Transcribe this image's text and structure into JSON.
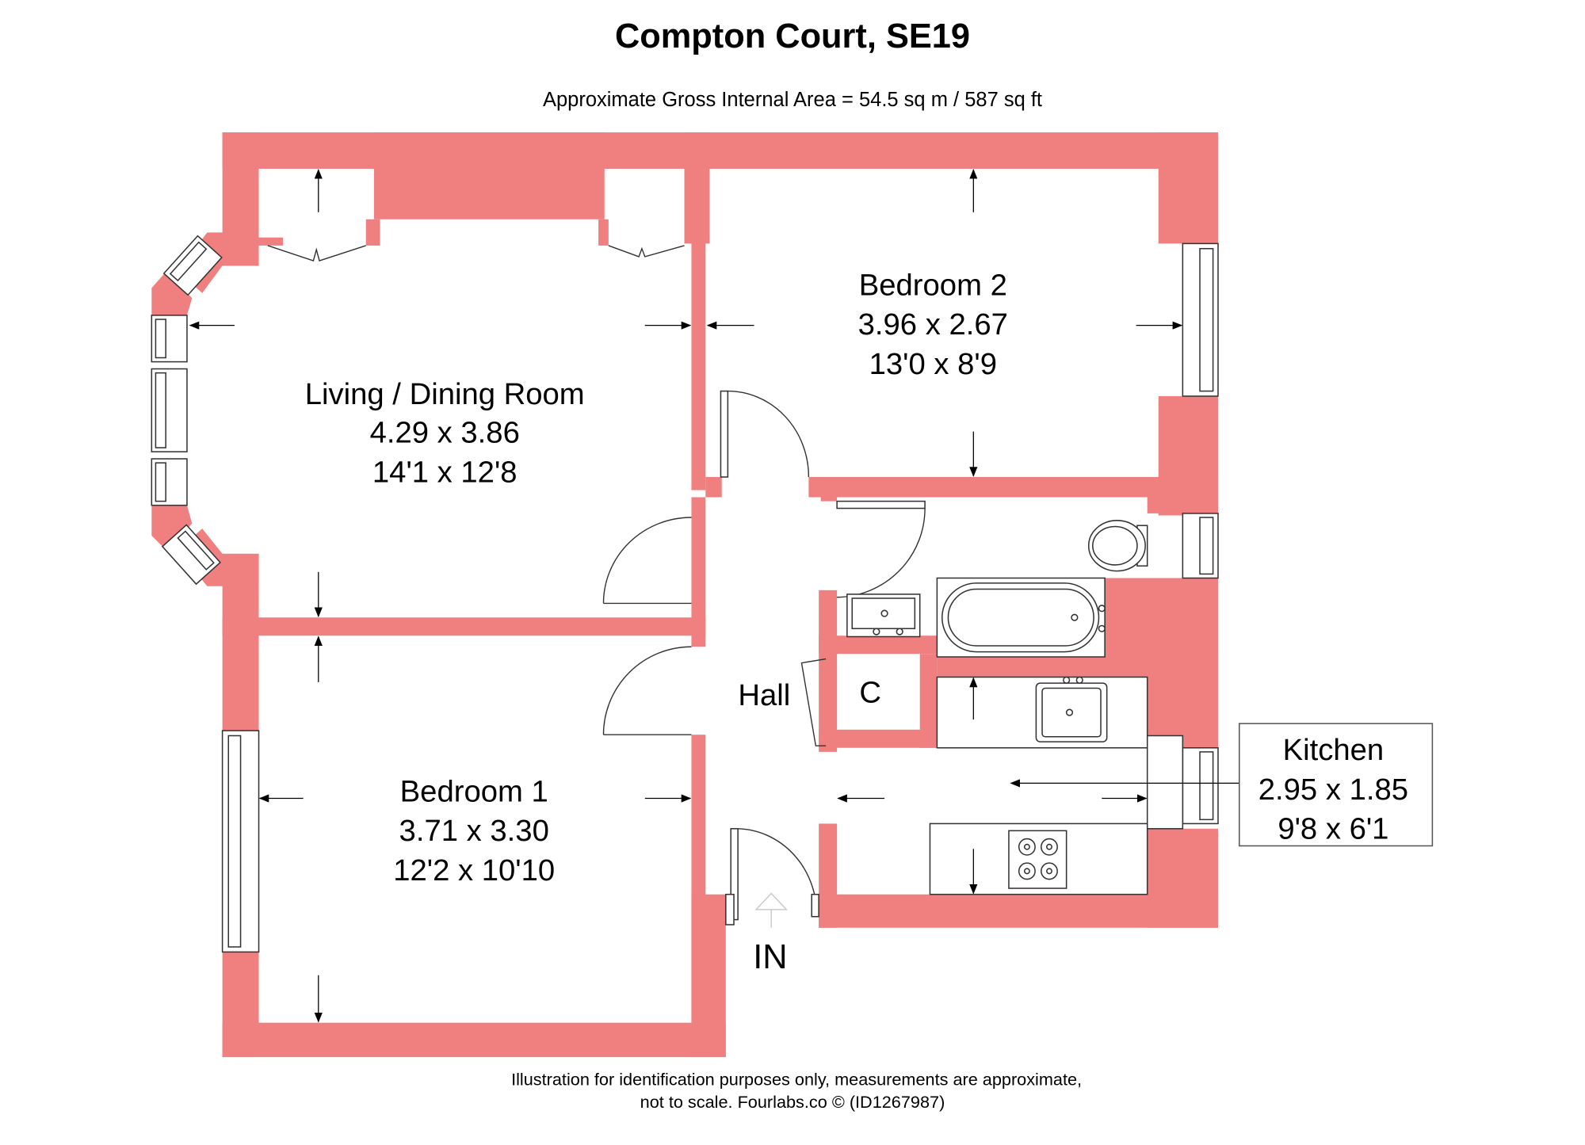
{
  "header": {
    "title": "Compton Court, SE19",
    "subtitle": "Approximate Gross Internal Area = 54.5 sq m / 587 sq ft"
  },
  "colors": {
    "wall": "#F08080",
    "line": "#333333",
    "background": "#FFFFFF"
  },
  "rooms": {
    "living": {
      "name": "Living / Dining Room",
      "metric": "4.29 x 3.86",
      "imperial": "14'1 x 12'8"
    },
    "bedroom2": {
      "name": "Bedroom 2",
      "metric": "3.96 x 2.67",
      "imperial": "13'0 x 8'9"
    },
    "bedroom1": {
      "name": "Bedroom 1",
      "metric": "3.71 x 3.30",
      "imperial": "12'2 x 10'10"
    },
    "kitchen": {
      "name": "Kitchen",
      "metric": "2.95 x 1.85",
      "imperial": "9'8 x 6'1"
    },
    "hall": {
      "name": "Hall"
    },
    "cupboard": {
      "name": "C"
    }
  },
  "entrance": {
    "label": "IN"
  },
  "footer": {
    "line1": "Illustration for identification purposes only, measurements are approximate,",
    "line2": "not to scale. Fourlabs.co © (ID1267987)"
  }
}
